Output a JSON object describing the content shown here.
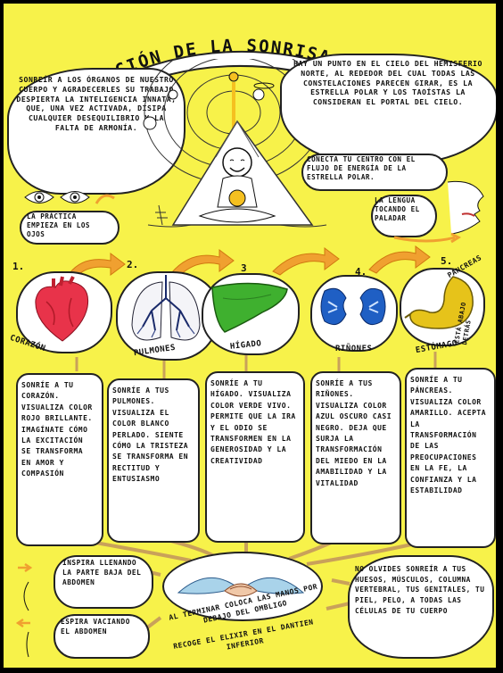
{
  "title": "MEDITACIÓN DE LA SONRISA INTERIOR",
  "intro_left": "SONREÍR A LOS ÓRGANOS DE NUESTRO CUERPO Y AGRADECERLES SU TRABAJO DESPIERTA LA INTELIGENCIA INNATA, QUE, UNA VEZ ACTIVADA, DISIPA CUALQUIER DESEQUILIBRIO Y LA FALTA DE ARMONÍA.",
  "intro_right": "HAY UN PUNTO EN EL CIELO DEL HEMISFERIO NORTE, AL REDEDOR DEL CUAL TODAS LAS CONSTELACIONES PARECEN GIRAR, ES LA ESTRELLA POLAR Y LOS TAOÍSTAS LA CONSIDERAN EL PORTAL DEL CIELO.",
  "connect": "CONECTA TU CENTRO CON EL FLUJO DE ENERGÍA DE LA ESTRELLA POLAR.",
  "eyes_note": "LA PRÁCTICA EMPIEZA EN LOS OJOS",
  "tongue_note": "LA LENGUA TOCANDO EL PALADAR",
  "organs": [
    {
      "step": "1.",
      "name": "CORAZÓN",
      "text": "SONRÍE A TU CORAZÓN. VISUALIZA COLOR ROJO BRILLANTE. IMAGÍNATE CÓMO LA EXCITACIÓN SE TRANSFORMA EN AMOR Y COMPASIÓN",
      "color": "#e8334a"
    },
    {
      "step": "2.",
      "name": "PULMONES",
      "text": "SONRÍE A TUS PULMONES. VISUALIZA EL COLOR BLANCO PERLADO. SIENTE CÓMO LA TRISTEZA SE TRANSFORMA EN RECTITUD Y ENTUSIASMO",
      "color": "#f4f4f8"
    },
    {
      "step": "3",
      "name": "HÍGADO",
      "text": "SONRÍE A TU HÍGADO. VISUALIZA COLOR VERDE VIVO. PERMITE QUE LA IRA Y EL ODIO SE TRANSFORMEN EN LA GENEROSIDAD Y LA CREATIVIDAD",
      "color": "#3fb02f"
    },
    {
      "step": "4.",
      "name": "RIÑONES",
      "text": "SONRÍE A TUS RIÑONES. VISUALIZA COLOR AZUL OSCURO CASI NEGRO. DEJA QUE SURJA LA TRANSFORMACIÓN DEL MIEDO EN LA AMABILIDAD Y LA VITALIDAD",
      "color": "#1f5fc4"
    },
    {
      "step": "5.",
      "name": "ESTÓMAGO",
      "text": "SONRÍE A TU PÁNCREAS. VISUALIZA COLOR AMARILLO. ACEPTA LA TRANSFORMACIÓN DE LAS PREOCUPACIONES EN LA FE, LA CONFIANZA Y LA ESTABILIDAD",
      "color": "#e6c31a"
    }
  ],
  "pancreas_label": "PÁNCREAS",
  "pancreas_side": "ESTÁ ABAJO DETRÁS",
  "inhale": "INSPIRA LLENANDO LA PARTE BAJA DEL ABDOMEN",
  "exhale": "ESPIRA VACIANDO EL ABDOMEN",
  "closing_1": "AL TERMINAR COLOCA LAS MANOS POR DEBAJO DEL OMBLIGO",
  "closing_2": "RECOGE EL ELIXIR EN EL DANTIEN INFERIOR",
  "final": "NO OLVIDES SONREÍR A TUS HUESOS, MÚSCULOS, COLUMNA VERTEBRAL, TUS GENITALES, TU PIEL, PELO, A TODAS LAS CÉLULAS DE TU CUERPO",
  "colors": {
    "background": "#f7f24a",
    "frame": "#000000",
    "arrow": "#f0a030",
    "glow": "#f5c020",
    "ink": "#111111"
  }
}
